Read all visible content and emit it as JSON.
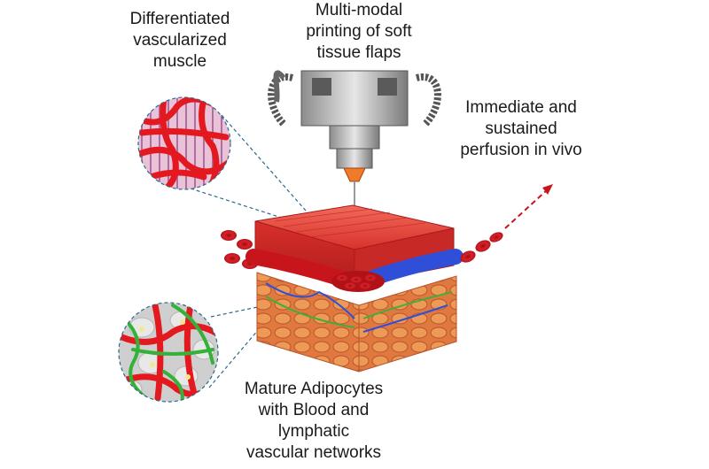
{
  "labels": {
    "muscle": [
      "Differentiated",
      "vascularized",
      "muscle"
    ],
    "printing": [
      "Multi-modal",
      "printing of soft",
      "tissue flaps"
    ],
    "perfusion": [
      "Immediate and",
      "sustained",
      "perfusion in vivo"
    ],
    "adipocytes": [
      "Mature Adipocytes",
      "with Blood and",
      "lymphatic",
      "vascular networks"
    ]
  },
  "colors": {
    "muscle_red": "#e0262b",
    "artery_red": "#c8141b",
    "vein_blue": "#2f4fd8",
    "lymph_green": "#3fae3a",
    "fat_orange": "#e27a43",
    "dashed_line": "#2b6a8a"
  }
}
